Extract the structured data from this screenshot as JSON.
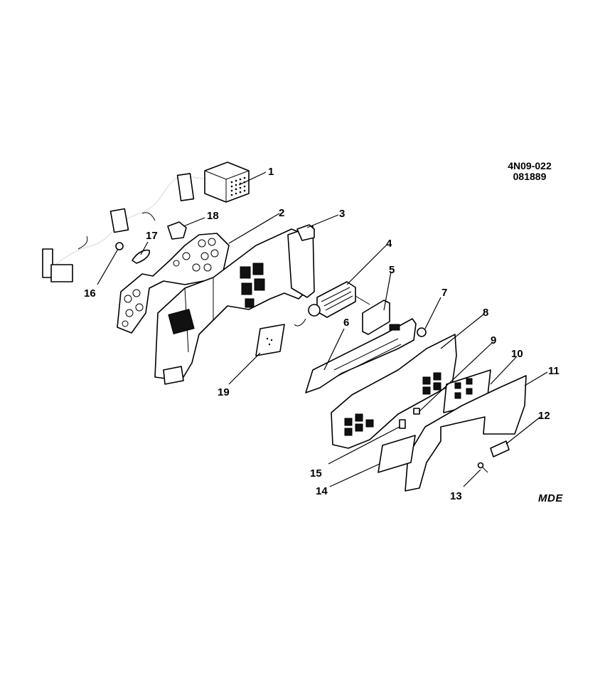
{
  "drawing": {
    "code_line_1": "4N09-022",
    "code_line_2": "081889",
    "brand_mark": "MDE"
  },
  "callouts": [
    "1",
    "2",
    "3",
    "4",
    "5",
    "6",
    "7",
    "8",
    "9",
    "10",
    "11",
    "12",
    "13",
    "14",
    "15",
    "16",
    "17",
    "18",
    "19"
  ]
}
